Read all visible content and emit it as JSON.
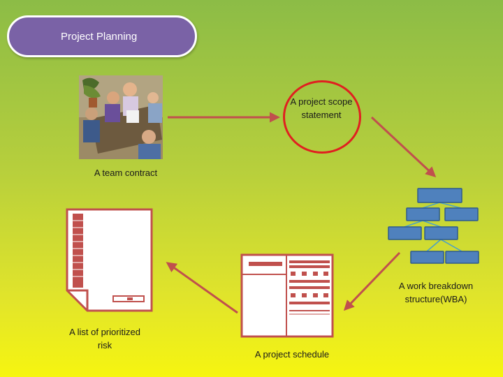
{
  "title": "Project Planning",
  "nodes": {
    "scope": "A project scope statement",
    "team": "A team contract",
    "wbs": "A work breakdown structure(WBA)",
    "risk": "A list of prioritized risk",
    "schedule": "A project schedule"
  },
  "colors": {
    "title_fill": "#7a62a6",
    "arrow": "#c0504d",
    "circle": "#e02020",
    "wbs_box": "#4f81bd",
    "doc_red": "#c0504d"
  },
  "icons": [
    "meeting-clipart-icon",
    "risk-document-icon",
    "schedule-document-icon",
    "wbs-org-chart-icon"
  ]
}
